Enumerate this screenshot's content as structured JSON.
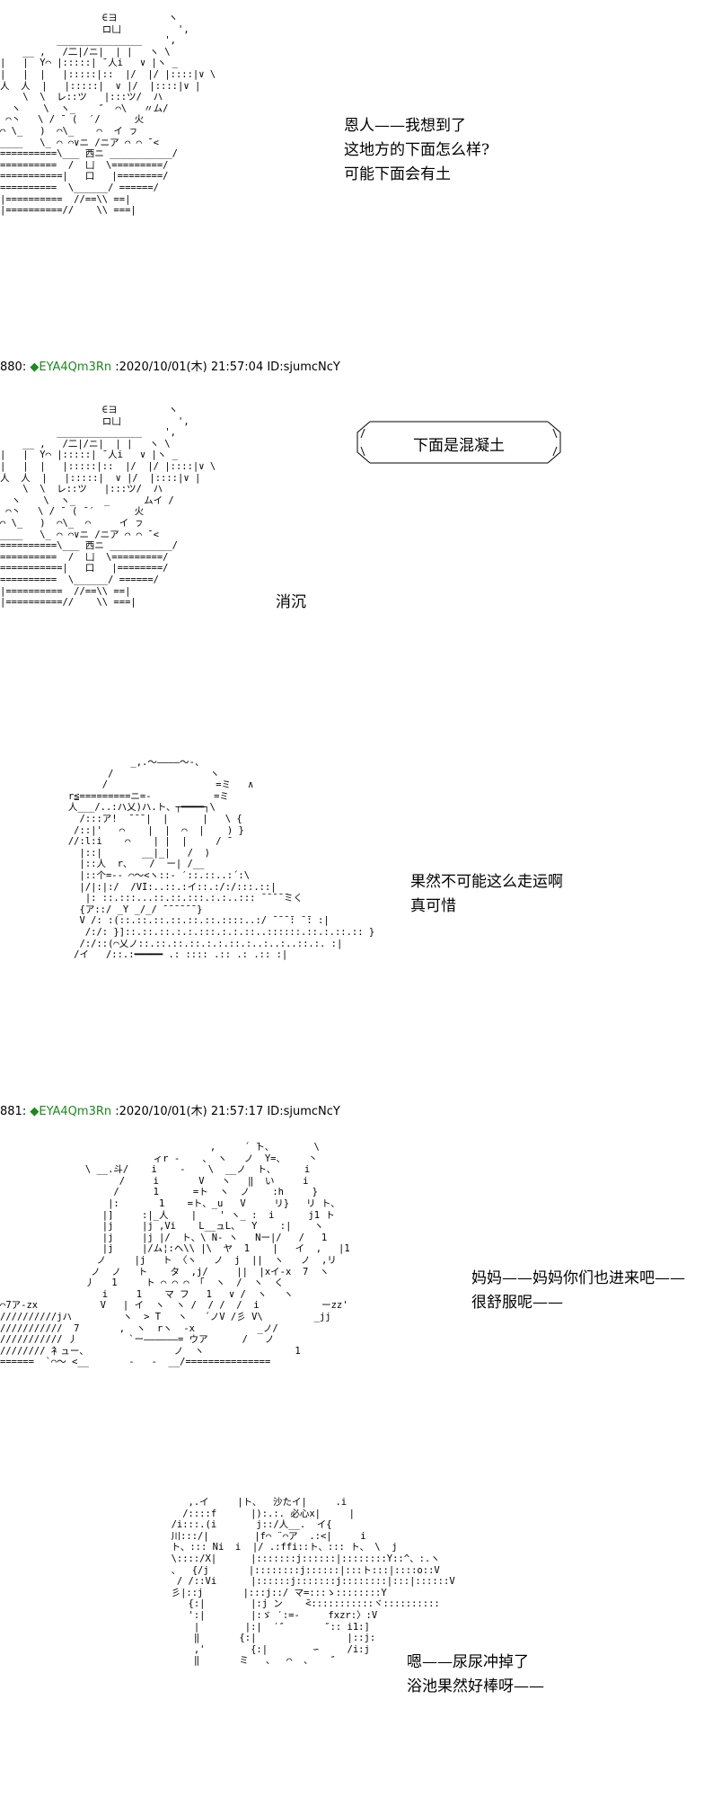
{
  "panels": [
    {
      "id": "panel-1",
      "dialog": [
        "恩人——我想到了",
        "这地方的下面怎么样?",
        "可能下面会有土"
      ]
    },
    {
      "id": "panel-2",
      "header": {
        "number": "880",
        "separator": ":",
        "trip": "◆EYA4Qm3Rn",
        "timestamp": ":2020/10/01(木) 21:57:04 ID:sjumcNcY"
      },
      "bubble_text": "下面是混凝土",
      "sfx": "消沉"
    },
    {
      "id": "panel-3",
      "dialog": [
        "果然不可能这么走运啊",
        "真可惜"
      ]
    },
    {
      "id": "panel-4",
      "header": {
        "number": "881",
        "separator": ":",
        "trip": "◆EYA4Qm3Rn",
        "timestamp": ":2020/10/01(木) 21:57:17 ID:sjumcNcY"
      },
      "dialog": [
        "妈妈——妈妈你们也进来吧——",
        "很舒服呢——"
      ]
    },
    {
      "id": "panel-5",
      "dialog": [
        "嗯——尿尿冲掉了",
        "浴池果然好棒呀——"
      ]
    }
  ]
}
